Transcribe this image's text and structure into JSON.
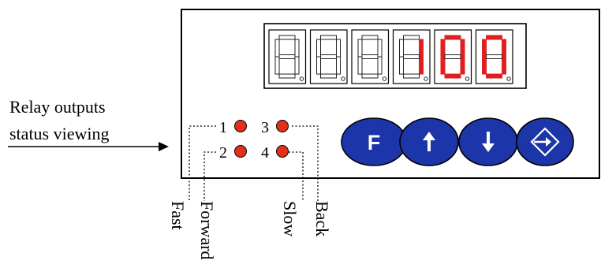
{
  "caption": {
    "line1": "Relay outputs",
    "line2": "status viewing"
  },
  "display": {
    "digits": [
      "",
      "",
      "",
      "1",
      "0",
      "0"
    ],
    "lit_color": "#e02020",
    "unlit_color": "#222222"
  },
  "leds": [
    {
      "number": "1",
      "color": "#e33018"
    },
    {
      "number": "3",
      "color": "#e33018"
    },
    {
      "number": "2",
      "color": "#e33018"
    },
    {
      "number": "4",
      "color": "#e33018"
    }
  ],
  "relay_labels": {
    "fast": "Fast",
    "forward": "Forward",
    "slow": "Slow",
    "back": "Back"
  },
  "buttons": [
    {
      "name": "f-button",
      "glyph": "F",
      "icon": "letter-f-icon"
    },
    {
      "name": "up-button",
      "glyph": "",
      "icon": "arrow-up-icon"
    },
    {
      "name": "down-button",
      "glyph": "",
      "icon": "arrow-down-icon"
    },
    {
      "name": "enter-button",
      "glyph": "",
      "icon": "enter-diamond-icon"
    }
  ],
  "colors": {
    "button_fill": "#1c35a8",
    "button_stroke": "#000000",
    "outline": "#000000"
  }
}
